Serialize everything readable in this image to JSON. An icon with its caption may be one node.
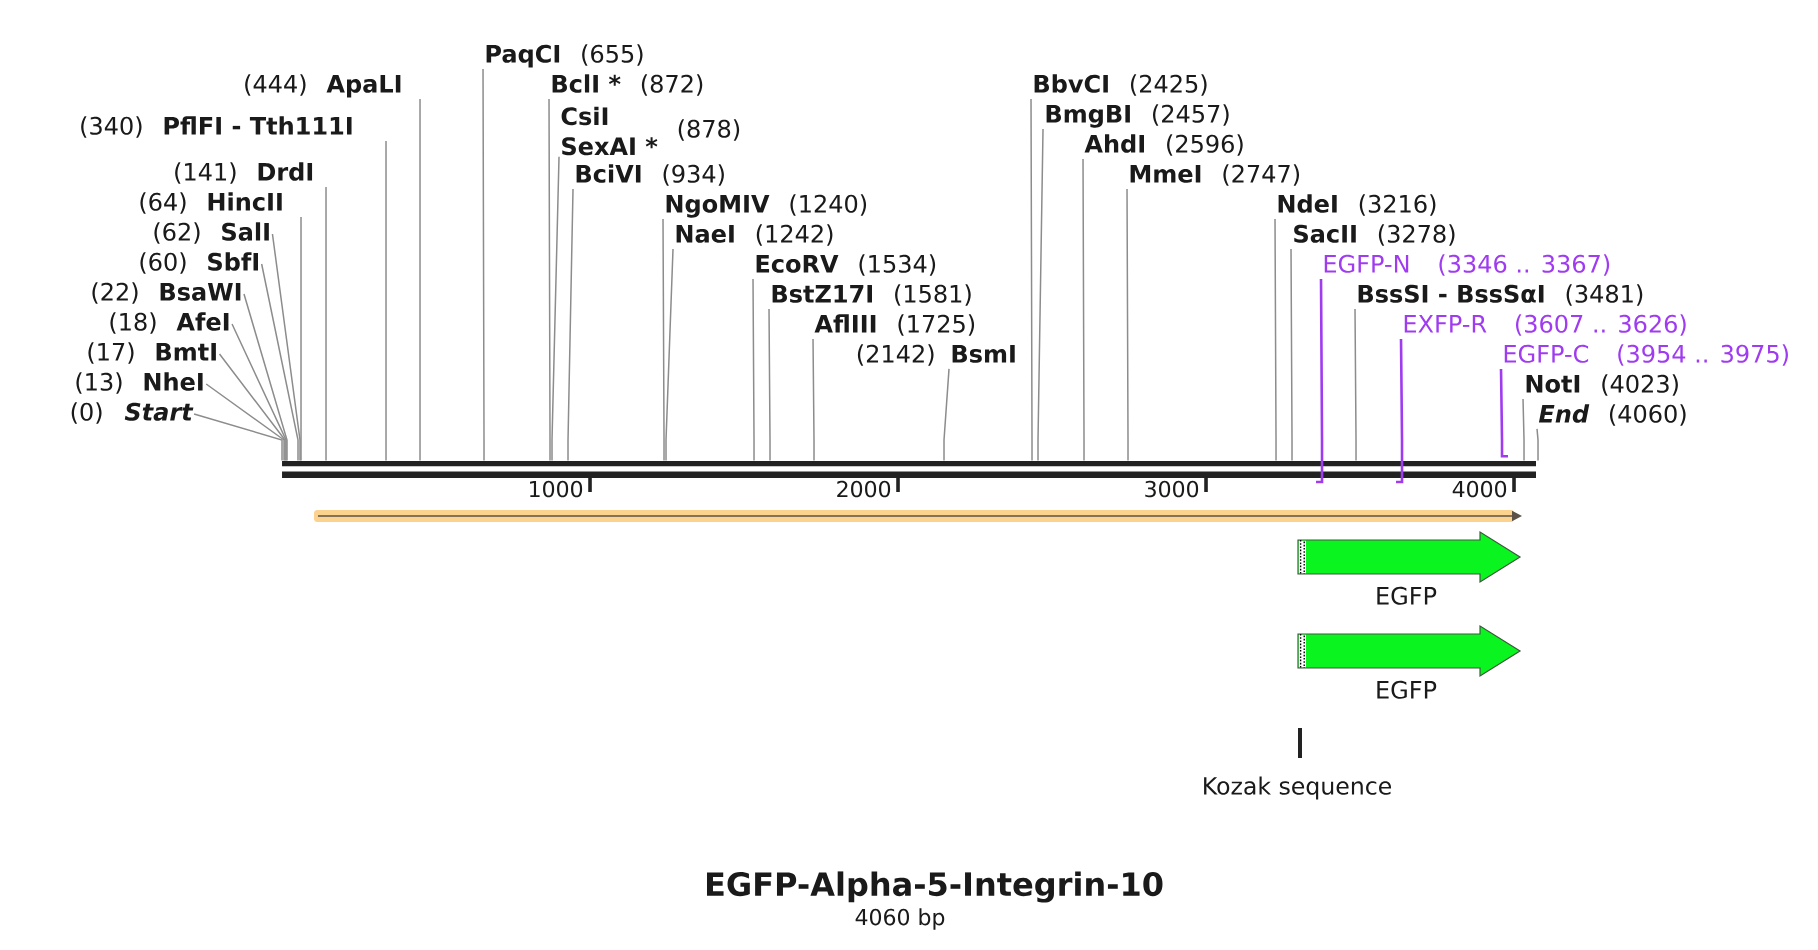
{
  "diagram": {
    "title": "EGFP-Alpha-5-Integrin-10",
    "caption": "4060 bp",
    "nodes": [
      {
        "text": [],
        "shape": "bar"
      },
      {
        "text": [
          "Start"
        ],
        "beside": [
          "(0)"
        ]
      },
      {
        "text": [
          "NheI"
        ],
        "beside": [
          "(13)"
        ]
      },
      {
        "text": [
          "BmtI"
        ],
        "beside": [
          "(17)"
        ]
      },
      {
        "text": [
          "AfeI"
        ],
        "beside": [
          "(18)"
        ]
      },
      {
        "text": [
          "BsaWI"
        ],
        "beside": [
          "(22)"
        ]
      },
      {
        "text": [
          "SbfI"
        ],
        "beside": [
          "(60)"
        ]
      },
      {
        "text": [
          "SalI"
        ],
        "beside": [
          "(62)"
        ]
      },
      {
        "text": [
          "HincII"
        ],
        "beside": [
          "(64)"
        ]
      },
      {
        "text": [
          "DrdI"
        ],
        "beside": [
          "(141)"
        ]
      },
      {
        "text": [
          "PflFI - Tth111I"
        ],
        "beside": [
          "(340)"
        ]
      },
      {
        "text": [
          "ApaLI"
        ],
        "beside": [
          "(444)"
        ]
      },
      {
        "text": [
          "PaqCI"
        ],
        "beside": [
          "(655)"
        ]
      },
      {
        "text": [
          "BclI *"
        ],
        "beside": [
          "(872)"
        ]
      },
      {
        "text": [
          "CsiI",
          "SexAI *"
        ],
        "beside": [
          "(878)"
        ]
      },
      {
        "text": [
          "BciVI"
        ],
        "beside": [
          "(934)"
        ]
      },
      {
        "text": [
          "NgoMIV"
        ],
        "beside": [
          "(1240)"
        ]
      },
      {
        "text": [
          "NaeI"
        ],
        "beside": [
          "(1242)"
        ]
      },
      {
        "text": [
          "EcoRV"
        ],
        "beside": [
          "(1534)"
        ]
      },
      {
        "text": [
          "BstZ17I"
        ],
        "beside": [
          "(1581)"
        ]
      },
      {
        "text": [
          "AflIII"
        ],
        "beside": [
          "(1725)"
        ]
      },
      {
        "text": [
          "BsmI"
        ],
        "beside": [
          "(2142)"
        ]
      },
      {
        "text": [
          "BbvCI"
        ],
        "beside": [
          "(2425)"
        ]
      },
      {
        "text": [
          "BmgBI"
        ],
        "beside": [
          "(2457)"
        ]
      },
      {
        "text": [
          "AhdI"
        ],
        "beside": [
          "(2596)"
        ]
      },
      {
        "text": [
          "MmeI"
        ],
        "beside": [
          "(2747)"
        ]
      },
      {
        "text": [
          "NdeI"
        ],
        "beside": [
          "(3216)"
        ]
      },
      {
        "text": [
          "SacII"
        ],
        "beside": [
          "(3278)"
        ]
      },
      {
        "text": [
          "EGFP-N"
        ],
        "beside": [
          "(3346 .. 3367)"
        ]
      },
      {
        "text": [
          "BssSI - BssSαI"
        ],
        "beside": [
          "(3481)"
        ]
      },
      {
        "text": [
          "EXFP-R"
        ],
        "beside": [
          "(3607 .. 3626)"
        ]
      },
      {
        "text": [
          "EGFP-C"
        ],
        "beside": [
          "(3954 .. 3975)"
        ]
      },
      {
        "text": [
          "NotI"
        ],
        "beside": [
          "(4023)"
        ]
      },
      {
        "text": [
          "End"
        ],
        "beside": [
          "(4060)"
        ]
      },
      {
        "text": [],
        "shape": "arrow"
      },
      {
        "text": [
          "EGFP"
        ]
      },
      {
        "text": [
          "EGFP"
        ]
      },
      {
        "text": [
          "Kozak sequence"
        ]
      }
    ],
    "edges": [
      {
        "from": 1,
        "to": 0,
        "arrow": "none"
      },
      {
        "from": 2,
        "to": 0,
        "arrow": "none"
      },
      {
        "from": 3,
        "to": 0,
        "arrow": "none"
      },
      {
        "from": 4,
        "to": 0,
        "arrow": "none"
      },
      {
        "from": 5,
        "to": 0,
        "arrow": "none"
      },
      {
        "from": 6,
        "to": 0,
        "arrow": "none"
      },
      {
        "from": 7,
        "to": 0,
        "arrow": "none"
      },
      {
        "from": 8,
        "to": 0,
        "arrow": "none"
      },
      {
        "from": 9,
        "to": 0,
        "arrow": "none"
      },
      {
        "from": 10,
        "to": 0,
        "arrow": "none"
      },
      {
        "from": 11,
        "to": 0,
        "arrow": "none"
      },
      {
        "from": 12,
        "to": 0,
        "arrow": "none"
      },
      {
        "from": 13,
        "to": 0,
        "arrow": "none"
      },
      {
        "from": 14,
        "to": 0,
        "arrow": "none"
      },
      {
        "from": 15,
        "to": 0,
        "arrow": "none"
      },
      {
        "from": 16,
        "to": 0,
        "arrow": "none"
      },
      {
        "from": 17,
        "to": 0,
        "arrow": "none"
      },
      {
        "from": 18,
        "to": 0,
        "arrow": "none"
      },
      {
        "from": 19,
        "to": 0,
        "arrow": "none"
      },
      {
        "from": 20,
        "to": 0,
        "arrow": "none"
      },
      {
        "from": 21,
        "to": 0,
        "arrow": "none"
      },
      {
        "from": 22,
        "to": 0,
        "arrow": "none"
      },
      {
        "from": 23,
        "to": 0,
        "arrow": "none"
      },
      {
        "from": 24,
        "to": 0,
        "arrow": "none"
      },
      {
        "from": 25,
        "to": 0,
        "arrow": "none"
      },
      {
        "from": 26,
        "to": 0,
        "arrow": "none"
      },
      {
        "from": 27,
        "to": 0,
        "arrow": "none"
      },
      {
        "from": 28,
        "to": 0,
        "arrow": "none",
        "color": "#a03cf0"
      },
      {
        "from": 29,
        "to": 0,
        "arrow": "none"
      },
      {
        "from": 30,
        "to": 0,
        "arrow": "none",
        "color": "#a03cf0"
      },
      {
        "from": 31,
        "to": 0,
        "arrow": "none",
        "color": "#a03cf0"
      },
      {
        "from": 32,
        "to": 0,
        "arrow": "none"
      },
      {
        "from": 33,
        "to": 0,
        "arrow": "none"
      }
    ],
    "labels": [
      "1000",
      "2000",
      "3000",
      "4000"
    ]
  }
}
